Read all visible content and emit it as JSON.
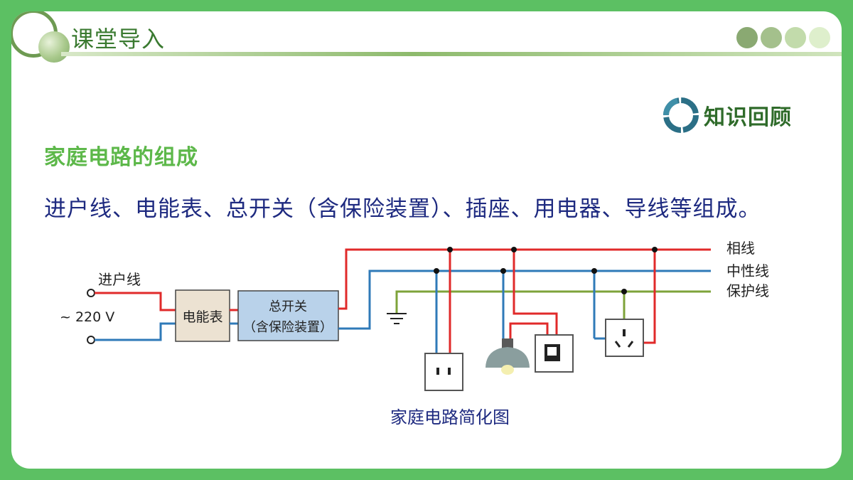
{
  "header": {
    "section_title": "课堂导入",
    "review_label": "知识回顾",
    "dots": [
      "#8aa972",
      "#a4c08c",
      "#c2dbab",
      "#deefcc"
    ]
  },
  "content": {
    "subtitle": "家庭电路的组成",
    "body": "进户线、电能表、总开关（含保险装置）、插座、用电器、导线等组成。"
  },
  "diagram": {
    "incoming_label": "进户线",
    "voltage_label": "~ 220 V",
    "meter_label": "电能表",
    "switch_label_1": "总开关",
    "switch_label_2": "（含保险装置）",
    "live_label": "相线",
    "neutral_label": "中性线",
    "earth_label": "保护线",
    "caption": "家庭电路简化图",
    "colors": {
      "live": "#e02a2a",
      "neutral": "#2f7ab8",
      "earth": "#7ea33a",
      "meter_fill": "#ece2d2",
      "switch_fill": "#b9d2ea"
    }
  }
}
